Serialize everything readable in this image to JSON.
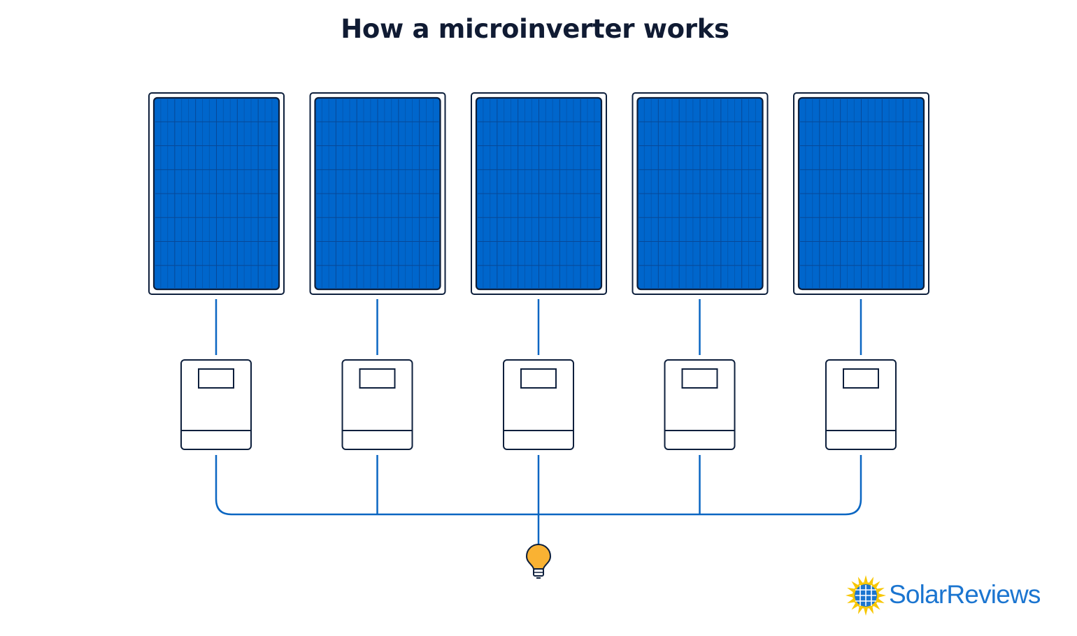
{
  "title": "How a microinverter works",
  "brand": {
    "name": "SolarReviews",
    "name_part1": "Solar",
    "name_part2": "Reviews"
  },
  "components": {
    "solar_panels": 5,
    "microinverters": 5,
    "load": "light-bulb-icon",
    "logo": "sun-logo-icon"
  },
  "colors": {
    "title": "#101b33",
    "outline": "#0d1f3c",
    "panel_fill": "#0066cc",
    "panel_grid": "#0a3f86",
    "wire": "#0a66c2",
    "bulb": "#f9b233",
    "brand_blue": "#1b75d0",
    "sun_yellow": "#f7c600"
  }
}
